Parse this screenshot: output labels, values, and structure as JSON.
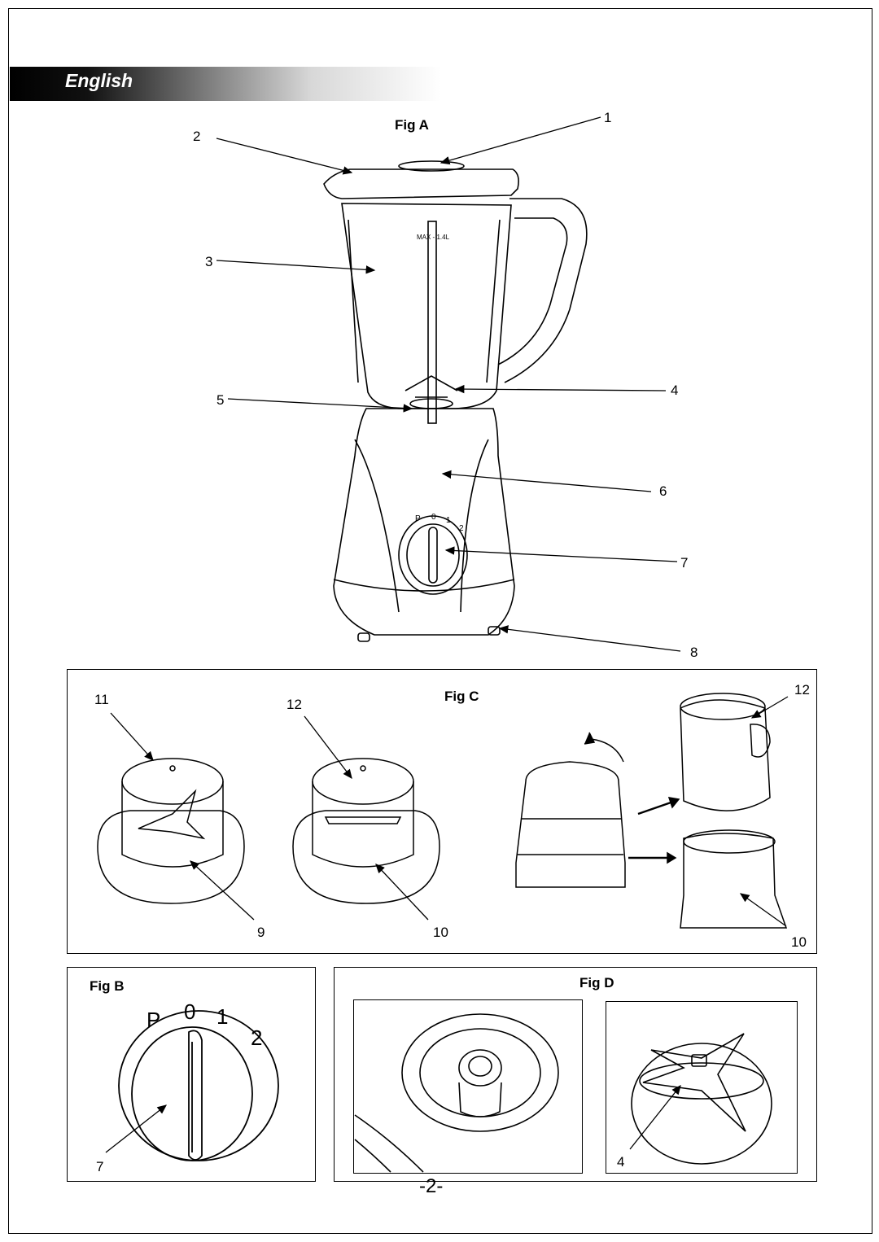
{
  "language": "English",
  "fig_a": {
    "title": "Fig A",
    "capacity_mark": "MAX - 1.4L",
    "dial_marks": [
      "P",
      "0",
      "1",
      "2"
    ],
    "callouts": [
      "1",
      "2",
      "3",
      "4",
      "5",
      "6",
      "7",
      "8"
    ]
  },
  "fig_c": {
    "title": "Fig C",
    "callouts": [
      "11",
      "12",
      "12",
      "9",
      "10",
      "10"
    ]
  },
  "fig_b": {
    "title": "Fig B",
    "dial_marks": [
      "P",
      "0",
      "1",
      "2"
    ],
    "callout": "7"
  },
  "fig_d": {
    "title": "Fig D",
    "callout": "4"
  },
  "page_number": "-2-"
}
